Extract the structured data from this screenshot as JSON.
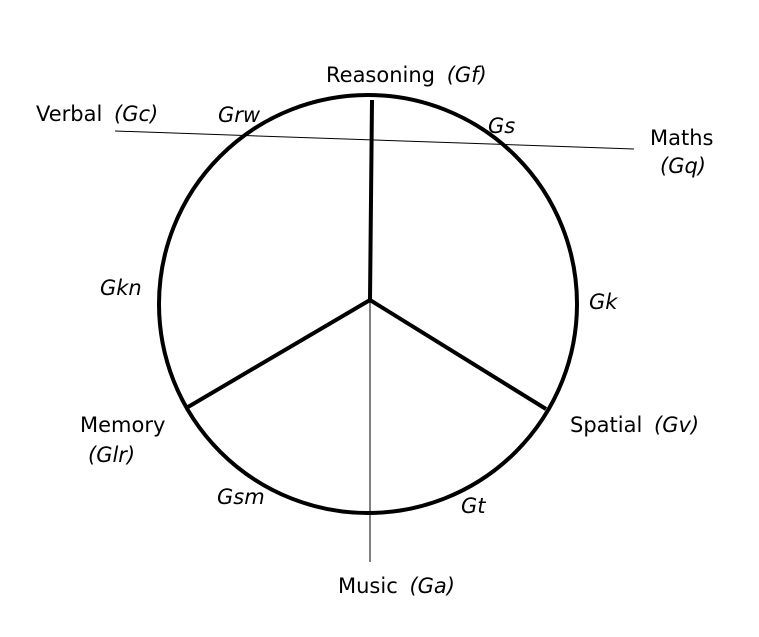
{
  "diagram": {
    "colors": {
      "ink": "#000000",
      "background": "#ffffff"
    },
    "main_abilities": [
      {
        "name": "Reasoning",
        "code": "(Gf)"
      },
      {
        "name": "Maths",
        "code": "(Gq)"
      },
      {
        "name": "Spatial",
        "code": "(Gv)"
      },
      {
        "name": "Music",
        "code": "(Ga)"
      },
      {
        "name": "Memory",
        "code": "(Glr)"
      },
      {
        "name": "Verbal",
        "code": "(Gc)"
      }
    ],
    "sub_abilities": [
      "Grw",
      "Gs",
      "Gk",
      "Gt",
      "Gsm",
      "Gkn"
    ]
  }
}
